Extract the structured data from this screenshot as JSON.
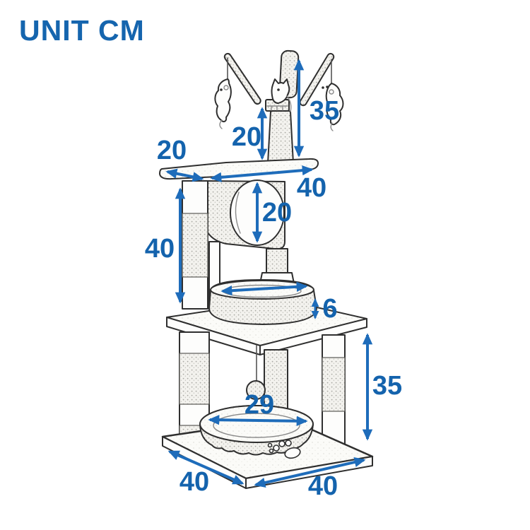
{
  "header": {
    "unit_label": "UNIT CM"
  },
  "colors": {
    "label_blue": "#1463ad",
    "arrow_blue": "#1e6cba",
    "sketch_line": "#2f2f2f",
    "background": "#ffffff"
  },
  "diagram": {
    "unit": "CM",
    "dimensions": {
      "top_toy_height": "35",
      "top_post_height": "20",
      "top_platform_depth": "20",
      "top_platform_length": "40",
      "tunnel_opening_height": "20",
      "middle_section_height": "40",
      "upper_bed_rim_height": "6",
      "lower_section_height": "35",
      "lower_bed_diameter": "29",
      "base_depth": "40",
      "base_width": "40"
    }
  }
}
